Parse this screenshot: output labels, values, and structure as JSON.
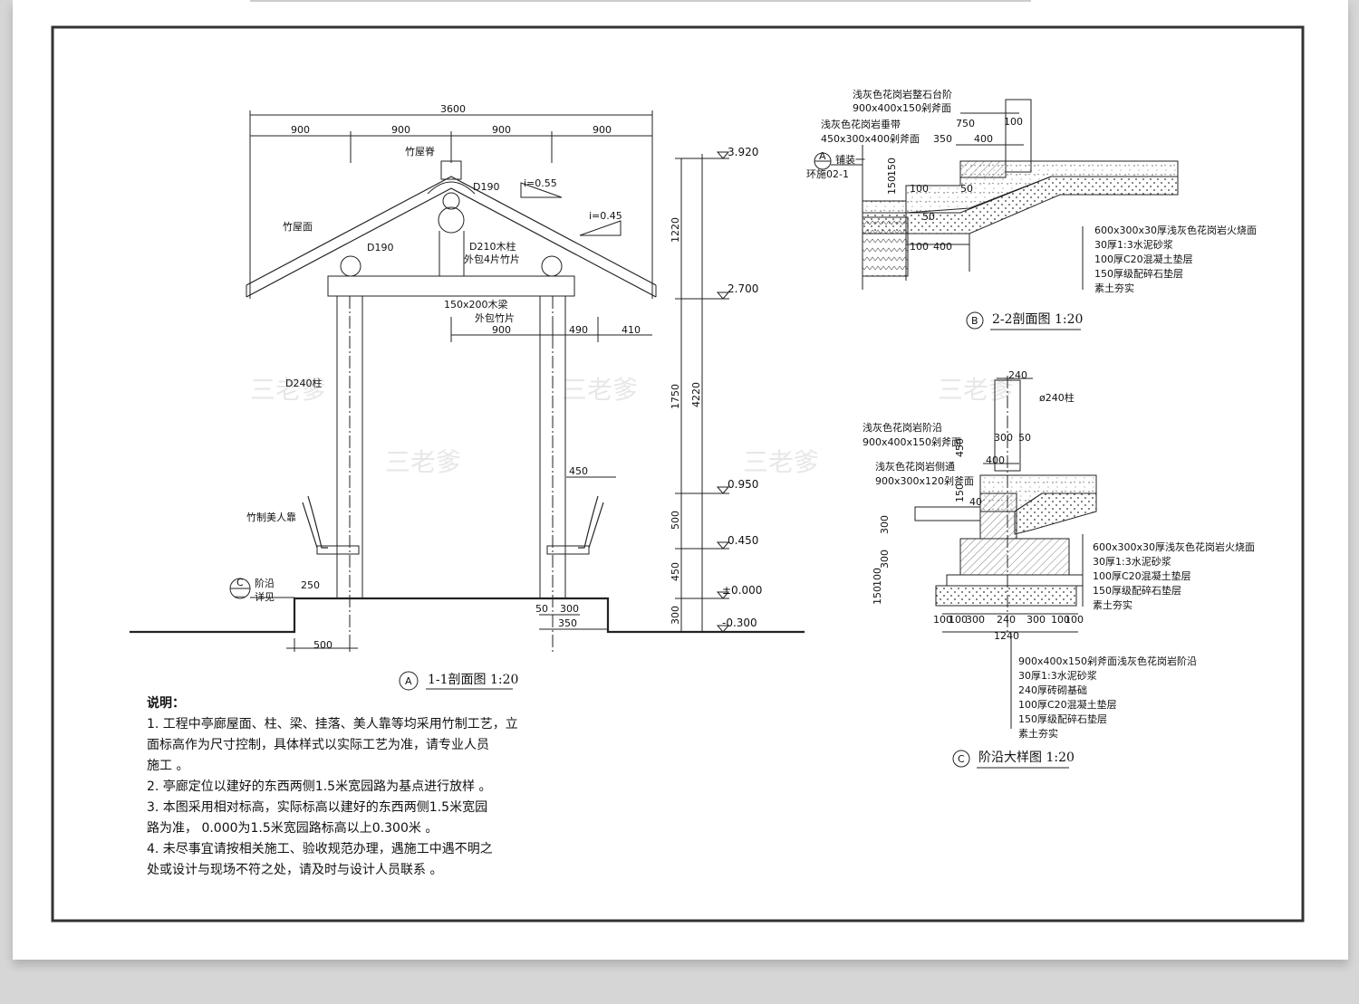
{
  "section_1": {
    "title": "1-1剖面图  1:20",
    "symbol": "A",
    "dims_top": {
      "total": "3600",
      "segments": [
        "900",
        "900",
        "900",
        "900"
      ]
    },
    "levels": [
      "3.920",
      "2.700",
      "0.950",
      "0.450",
      "±0.000",
      "-0.300"
    ],
    "vertical_dims": [
      "1220",
      "1750",
      "500",
      "450",
      "300",
      "4220"
    ],
    "labels": {
      "ridge": "竹屋脊",
      "roof": "竹屋面",
      "d190_top": "D190",
      "d190_left": "D190",
      "d210": "D210木柱",
      "d210_sub": "外包4片竹片",
      "beam": "150x200木梁",
      "beam_sub": "外包竹片",
      "column": "D240柱",
      "bench": "竹制美人靠",
      "step_ref": "阶沿",
      "step_ref_sub": "详见",
      "step_ref_sym_top": "C",
      "step_ref_sym_bottom": "—",
      "slope1": "i=0.55",
      "slope2": "i=0.45"
    },
    "inner_dims": [
      "900",
      "490",
      "410",
      "450",
      "250",
      "500",
      "50",
      "300",
      "350"
    ]
  },
  "section_2": {
    "title": "2-2剖面图  1:20",
    "symbol": "B",
    "labels": {
      "l1": "浅灰色花岗岩整石台阶",
      "l1_sub": "900x400x150剁斧面",
      "l2": "浅灰色花岗岩垂带",
      "l2_sub": "450x300x400剁斧面",
      "ref_top": "A",
      "ref_bottom": "环施02-1",
      "ref_text": "铺装一"
    },
    "dims": [
      "750",
      "100",
      "350",
      "400",
      "150",
      "150",
      "100",
      "50",
      "50",
      "100",
      "400"
    ],
    "layers": [
      "600x300x30厚浅灰色花岗岩火烧面",
      "30厚1:3水泥砂浆",
      "100厚C20混凝土垫层",
      "150厚级配碎石垫层",
      "素土夯实"
    ]
  },
  "section_3": {
    "title": "阶沿大样图  1:20",
    "symbol": "C",
    "labels": {
      "column": "ø240柱",
      "l1": "浅灰色花岗岩阶沿",
      "l1_sub": "900x400x150剁斧面",
      "l2": "浅灰色花岗岩侧通",
      "l2_sub": "900x300x120剁斧面"
    },
    "dims": [
      "240",
      "300",
      "50",
      "450",
      "400",
      "150",
      "40",
      "300",
      "300",
      "100",
      "150"
    ],
    "bottom_dims": [
      "100",
      "100",
      "300",
      "240",
      "300",
      "100",
      "100"
    ],
    "bottom_total": "1240",
    "layers_top": [
      "600x300x30厚浅灰色花岗岩火烧面",
      "30厚1:3水泥砂浆",
      "100厚C20混凝土垫层",
      "150厚级配碎石垫层",
      "素土夯实"
    ],
    "layers_bottom": [
      "900x400x150剁斧面浅灰色花岗岩阶沿",
      "30厚1:3水泥砂浆",
      "240厚砖砌基础",
      "100厚C20混凝土垫层",
      "150厚级配碎石垫层",
      "素土夯实"
    ]
  },
  "watermark": "三老爹",
  "notes": {
    "heading": "说明：",
    "lines": [
      "1.  工程中亭廊屋面、柱、梁、挂落、美人靠等均采用竹制工艺，立",
      "面标高作为尺寸控制，具体样式以实际工艺为准，请专业人员",
      "施工 。",
      "2.  亭廊定位以建好的东西两侧1.5米宽园路为基点进行放样 。",
      "3.  本图采用相对标高，实际标高以建好的东西两侧1.5米宽园",
      "路为准，   0.000为1.5米宽园路标高以上0.300米 。",
      "4.  未尽事宜请按相关施工、验收规范办理，遇施工中遇不明之",
      "处或设计与现场不符之处，请及时与设计人员联系 。"
    ]
  }
}
